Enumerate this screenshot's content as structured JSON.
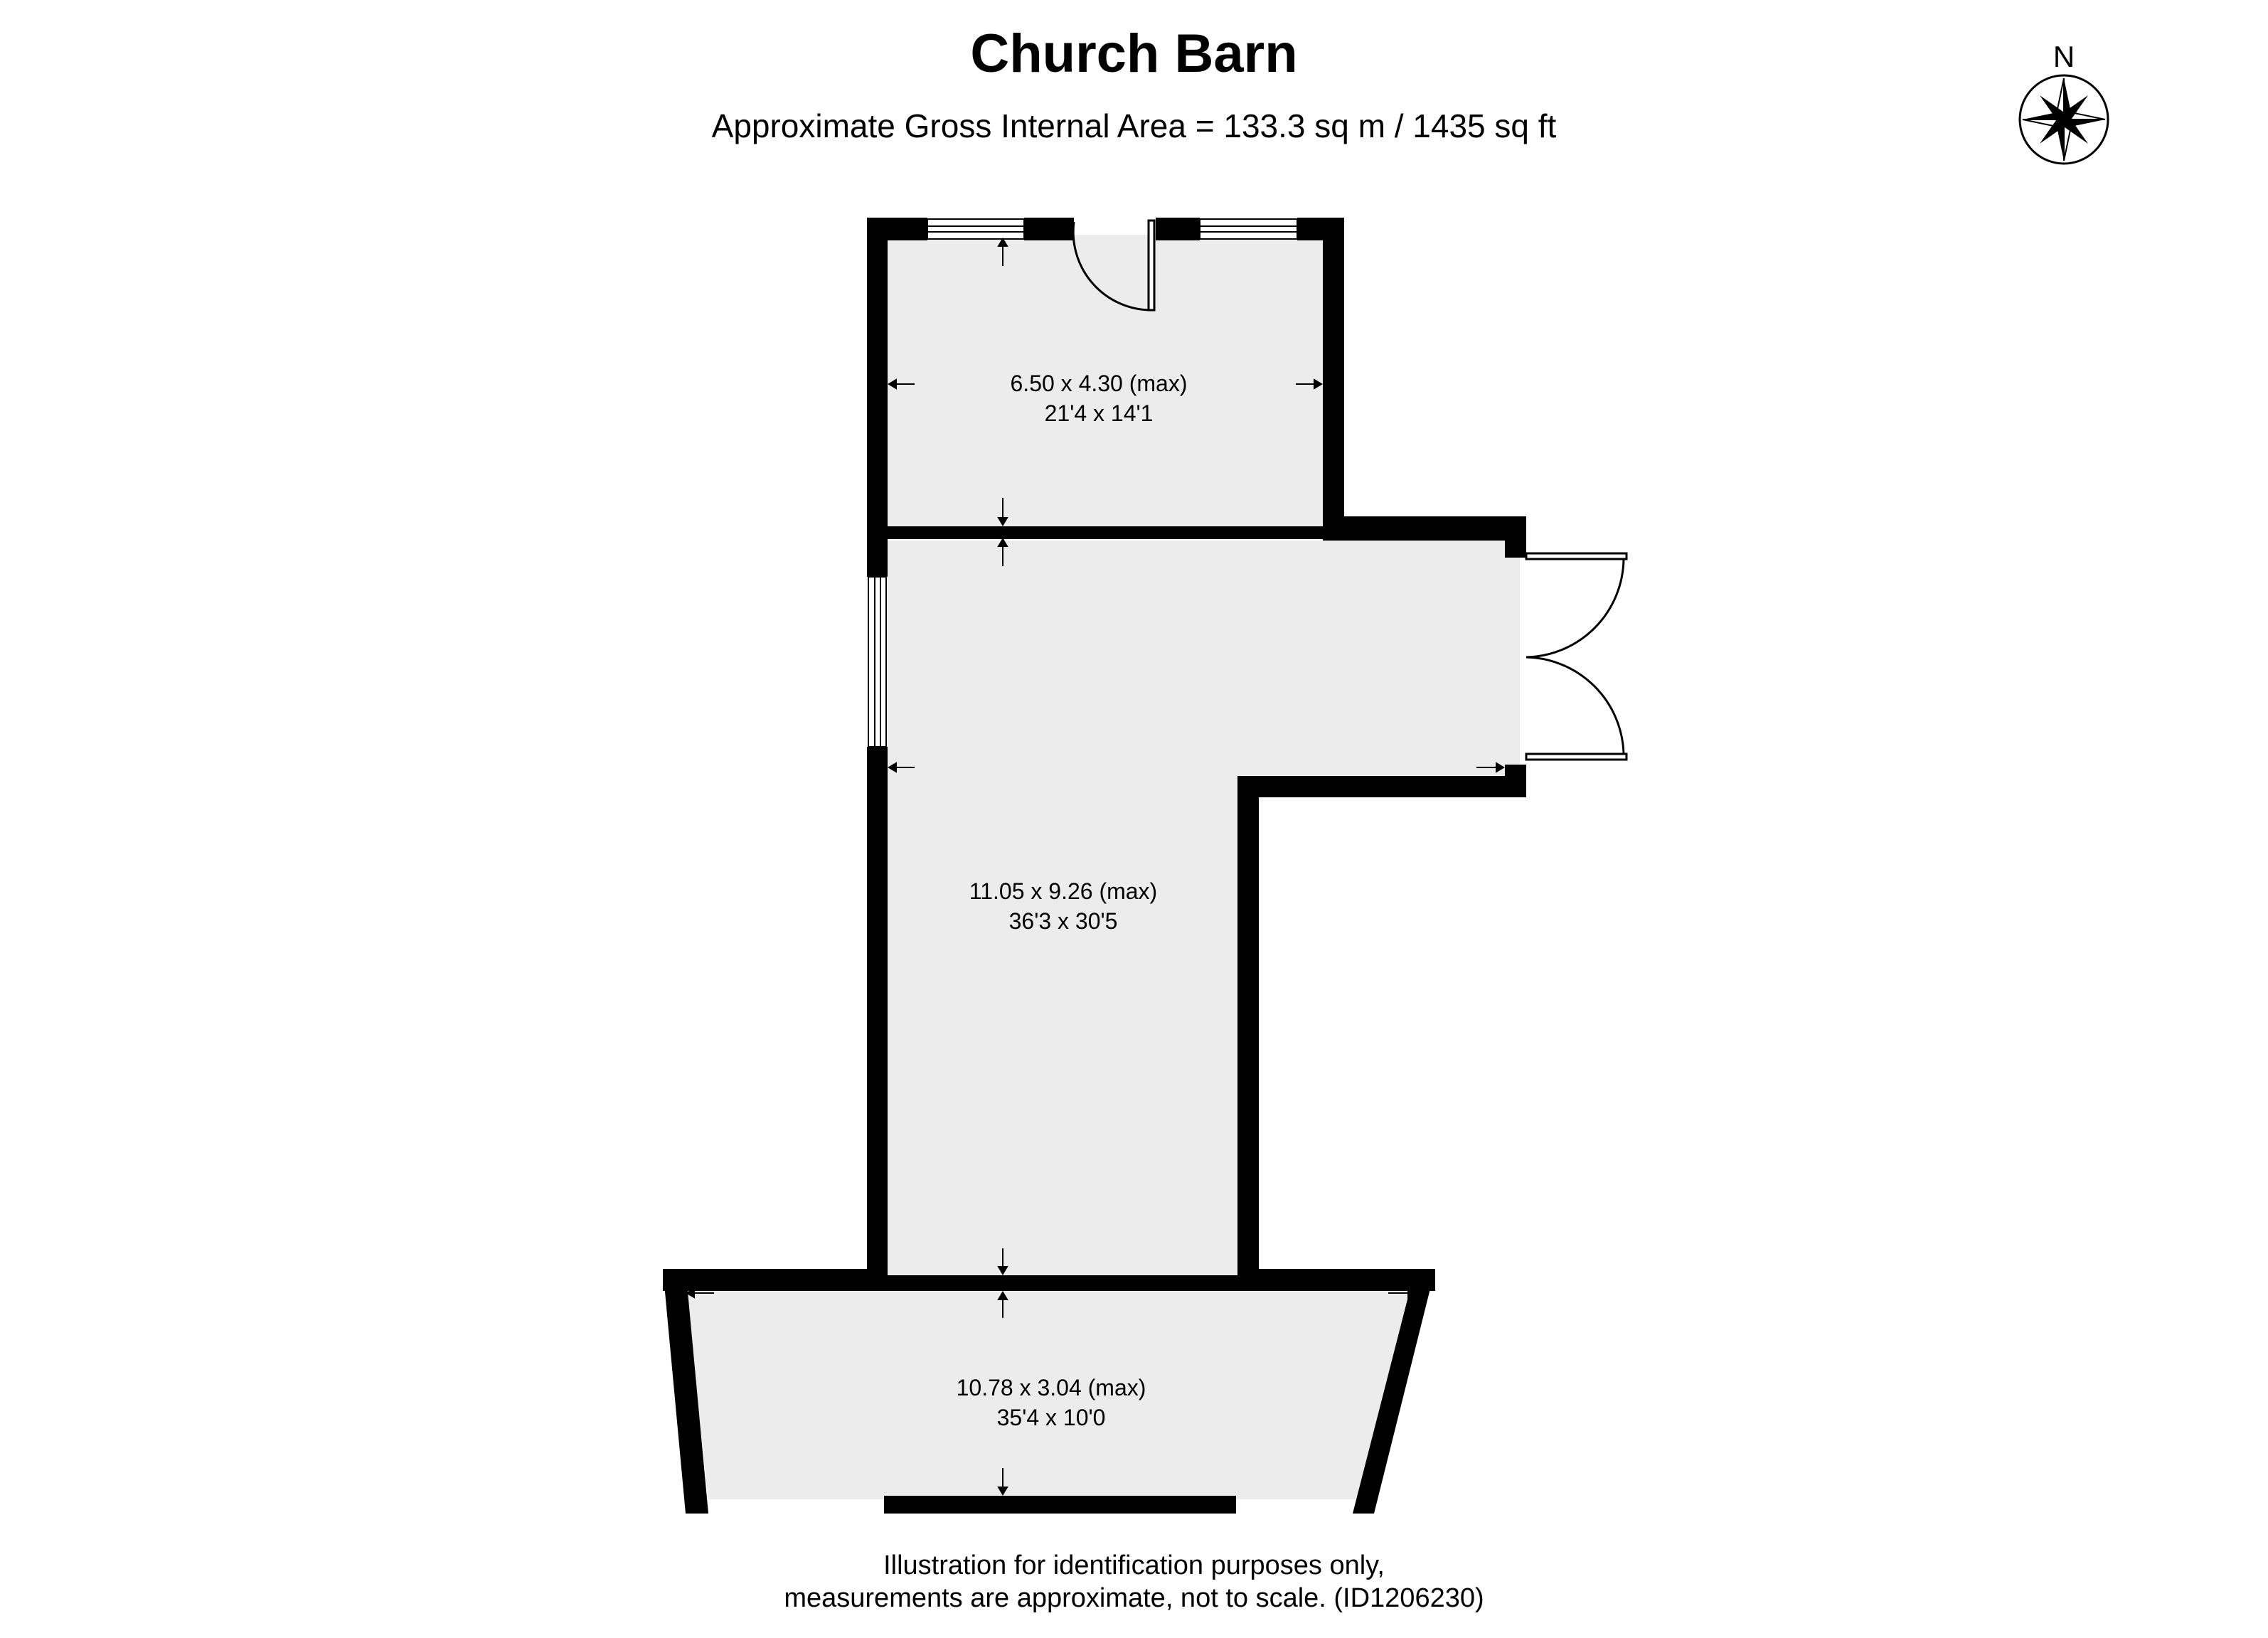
{
  "title": "Church Barn",
  "subtitle": "Approximate Gross Internal Area = 133.3 sq m / 1435 sq ft",
  "compass": {
    "label": "N",
    "icon": "north-compass-icon"
  },
  "rooms": [
    {
      "id": "room-top",
      "dims_metric": "6.50 x 4.30 (max)",
      "dims_imperial": "21'4 x 14'1"
    },
    {
      "id": "room-main",
      "dims_metric": "11.05 x 9.26 (max)",
      "dims_imperial": "36'3 x 30'5"
    },
    {
      "id": "room-bottom",
      "dims_metric": "10.78 x 3.04 (max)",
      "dims_imperial": "35'4 x 10'0"
    }
  ],
  "footer": {
    "line1": "Illustration for identification purposes only,",
    "line2": "measurements are approximate, not to scale. (ID1206230)"
  },
  "colors": {
    "wall": "#000000",
    "floor": "#ececec",
    "background": "#ffffff"
  }
}
